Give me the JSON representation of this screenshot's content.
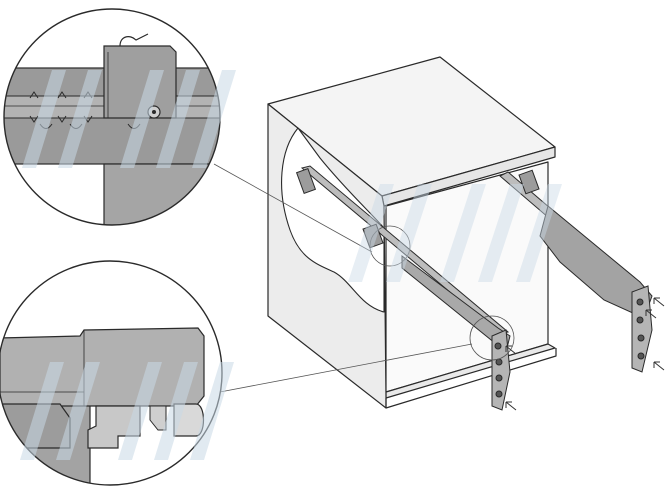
{
  "figure": {
    "kind": "assembly-instruction",
    "subject": "drawer-slide-mounting-in-cabinet",
    "watermark_text": "AMM",
    "colors": {
      "background": "#ffffff",
      "panel": "#ededed",
      "panel_light": "#f7f7f7",
      "panel_edge": "#cfcfcf",
      "line": "#2a2a2a",
      "metal": "#a9a9a9",
      "metal_dark": "#8e8e8e",
      "watermark": "#c9d9e6"
    },
    "icons": [
      "screw-arrow-icon"
    ]
  }
}
